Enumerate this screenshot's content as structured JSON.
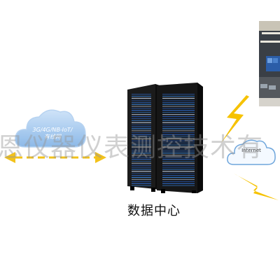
{
  "network_cloud": {
    "label": "3G/4G/NB-IoT/\n有线网"
  },
  "data_center": {
    "label": "数据中心"
  },
  "internet_cloud": {
    "label": "Internet"
  },
  "watermark": {
    "text": "恩仪器仪表测控技术有"
  },
  "colors": {
    "cloud_blue": "#9ec7f0",
    "cloud_light": "#dcecfb",
    "arrow_yellow": "#f3c21a",
    "bolt_yellow": "#f6c200",
    "rack_black": "#151515"
  }
}
